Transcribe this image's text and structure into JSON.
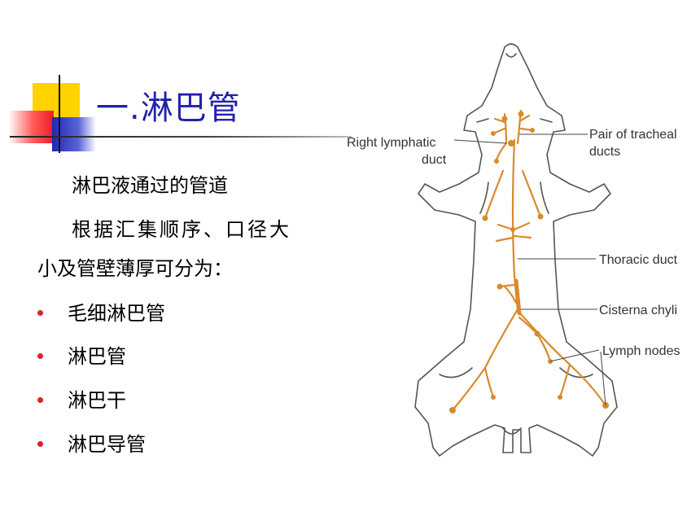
{
  "title": "一.淋巴管",
  "body": {
    "line1": "淋巴液通过的管道",
    "line2": "根据汇集顺序、口径大",
    "line3": "小及管壁薄厚可分为："
  },
  "bullets": [
    "毛细淋巴管",
    "淋巴管",
    "淋巴干",
    "淋巴导管"
  ],
  "figure": {
    "labels": {
      "right_lymphatic_1": "Right lymphatic",
      "right_lymphatic_2": "duct",
      "tracheal_1": "Pair of tracheal",
      "tracheal_2": "ducts",
      "thoracic": "Thoracic duct",
      "cisterna": "Cisterna chyli",
      "lymph_nodes": "Lymph nodes"
    }
  },
  "colors": {
    "title": "#2222aa",
    "bullet": "#e02020",
    "lymph": "#d98a2b",
    "accent_yellow": "#ffd200",
    "accent_red": "#ee1c25",
    "accent_blue": "#1f27b4"
  }
}
